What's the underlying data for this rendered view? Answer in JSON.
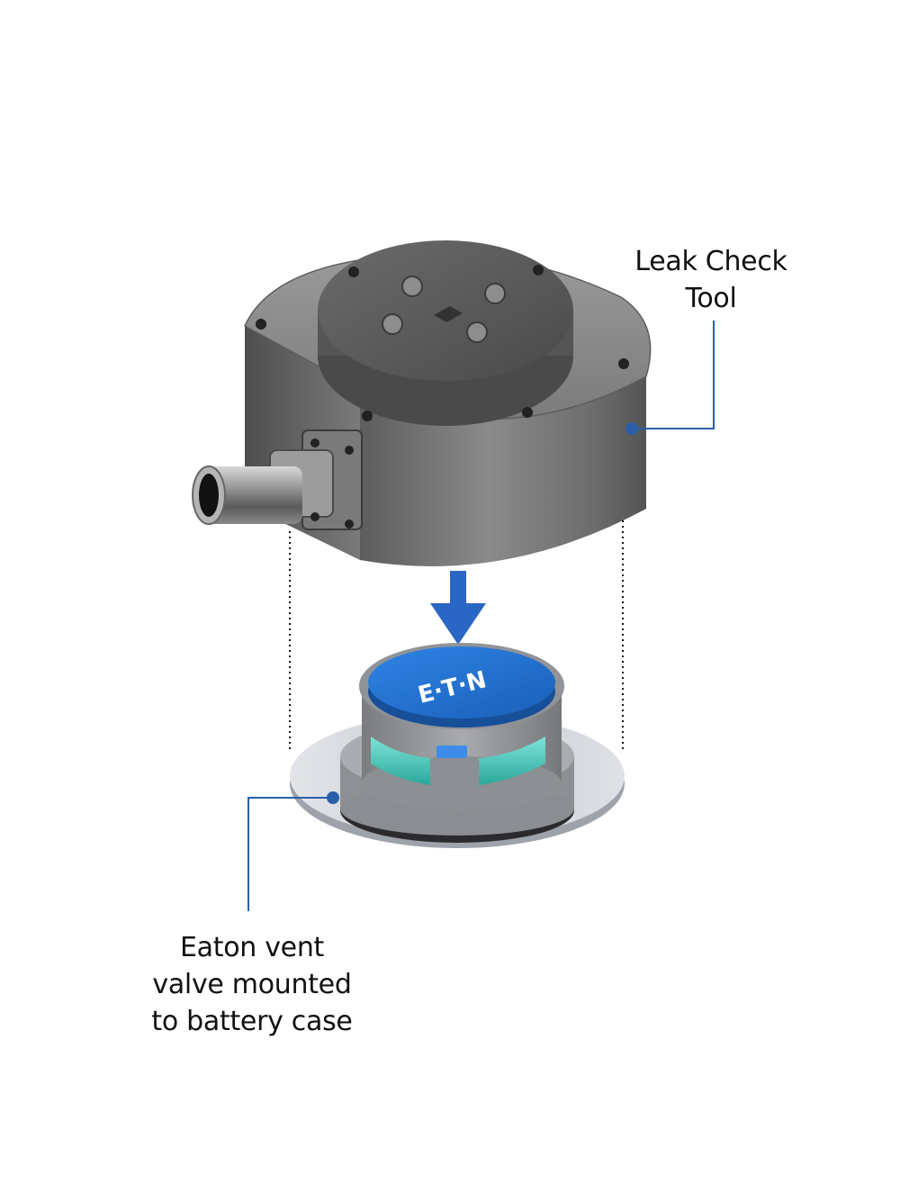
{
  "labels": {
    "leak_check_tool": "Leak Check\nTool",
    "vent_valve": "Eaton vent\nvalve mounted\nto battery case"
  },
  "logo": {
    "text": "E·T·N"
  },
  "icons": {
    "down_arrow": "arrow-down-icon"
  },
  "colors": {
    "accent_blue": "#2a66c4",
    "callout_line": "#2a5fa8",
    "tool_metal": "#6b6b6b",
    "valve_blue": "#1f6fd0",
    "valve_teal": "#3fc3b6",
    "plate_silver": "#c2c5cc",
    "text": "#111111"
  }
}
